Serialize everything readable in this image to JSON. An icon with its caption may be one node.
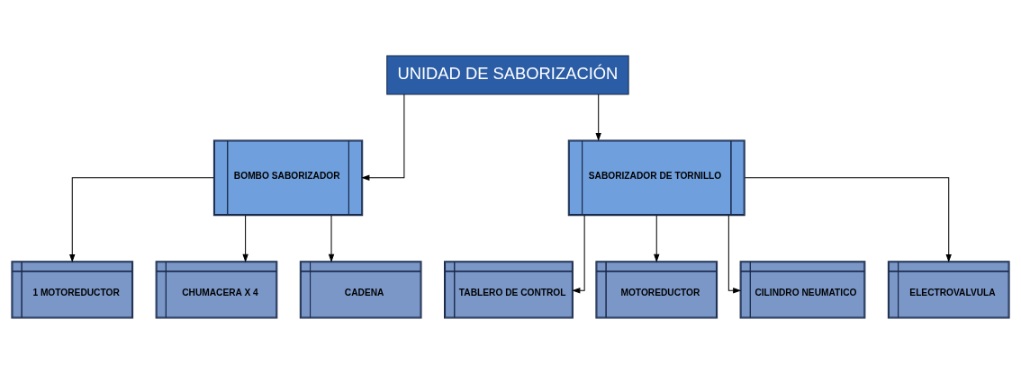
{
  "diagram": {
    "nodes": [
      {
        "text": [
          "UNIDAD DE SABORIZACIÓN"
        ]
      },
      {
        "text": [
          "BOMBO SABORIZADOR"
        ]
      },
      {
        "text": [
          "SABORIZADOR DE TORNILLO"
        ]
      },
      {
        "text": [
          "1 MOTOREDUCTOR"
        ]
      },
      {
        "text": [
          "CHUMACERA X 4"
        ]
      },
      {
        "text": [
          "CADENA"
        ]
      },
      {
        "text": [
          "TABLERO DE CONTROL"
        ]
      },
      {
        "text": [
          "MOTOREDUCTOR"
        ]
      },
      {
        "text": [
          "CILINDRO NEUMATICO"
        ]
      },
      {
        "text": [
          "ELECTROVALVULA"
        ]
      }
    ],
    "edges": [
      {
        "from": 0,
        "to": 1,
        "arrow": "to"
      },
      {
        "from": 0,
        "to": 2,
        "arrow": "to"
      },
      {
        "from": 1,
        "to": 3,
        "arrow": "to"
      },
      {
        "from": 1,
        "to": 4,
        "arrow": "to"
      },
      {
        "from": 1,
        "to": 5,
        "arrow": "to"
      },
      {
        "from": 2,
        "to": 6,
        "arrow": "to"
      },
      {
        "from": 2,
        "to": 7,
        "arrow": "to"
      },
      {
        "from": 2,
        "to": 8,
        "arrow": "to"
      },
      {
        "from": 2,
        "to": 9,
        "arrow": "to"
      }
    ]
  }
}
